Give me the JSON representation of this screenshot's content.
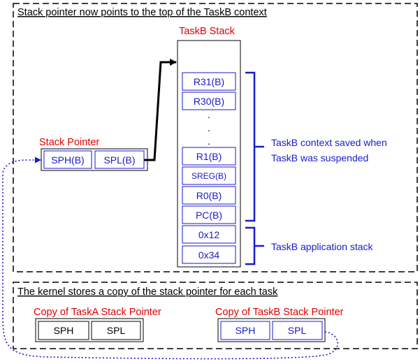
{
  "top_panel": {
    "title": "Stack pointer now points to the top of the TaskB context"
  },
  "taskb_stack": {
    "title": "TaskB Stack",
    "cells": [
      "R31(B)",
      "R30(B)",
      "R1(B)",
      "SREG(B)",
      "R0(B)",
      "PC(B)",
      "0x12",
      "0x34"
    ],
    "ellipsis": "."
  },
  "stack_pointer": {
    "title": "Stack Pointer",
    "sph": "SPH(B)",
    "spl": "SPL(B)"
  },
  "annotations": {
    "context_line1": "TaskB context saved when",
    "context_line2": "TaskB was suspended",
    "app_stack": "TaskB application stack"
  },
  "bottom_panel": {
    "title": "The kernel stores a copy of the stack pointer for each task",
    "taska_copy": {
      "title": "Copy of TaskA Stack Pointer",
      "sph": "SPH",
      "spl": "SPL"
    },
    "taskb_copy": {
      "title": "Copy of TaskB Stack Pointer",
      "sph": "SPH",
      "spl": "SPL"
    }
  },
  "colors": {
    "red": "#e00000",
    "blue": "#1a1acc",
    "black": "#000000"
  }
}
